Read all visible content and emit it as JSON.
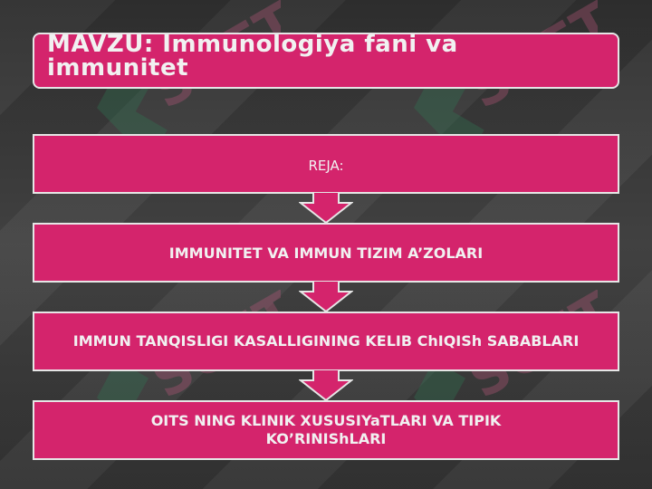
{
  "title": "MAVZU:  Immunologiya fani va immunitet",
  "flow": {
    "step1": "REJA:",
    "step2": "IMMUNITET VA IMMUN TIZIM A’ZOLARI",
    "step3": "IMMUN TANQISLIGI KASALLIGINING KELIB ChIQISh SABABLARI",
    "step4": "OITS NING KLINIK XUSUSIYaTLARI VA TIPIK KO’RINIShLARI"
  },
  "watermark": "SOFT",
  "colors": {
    "box_fill": "#d4246c",
    "box_border": "#e6e6e6",
    "background": "#3b3b3b",
    "watermark_green": "#2f7a55",
    "watermark_pink": "#c0597f"
  }
}
